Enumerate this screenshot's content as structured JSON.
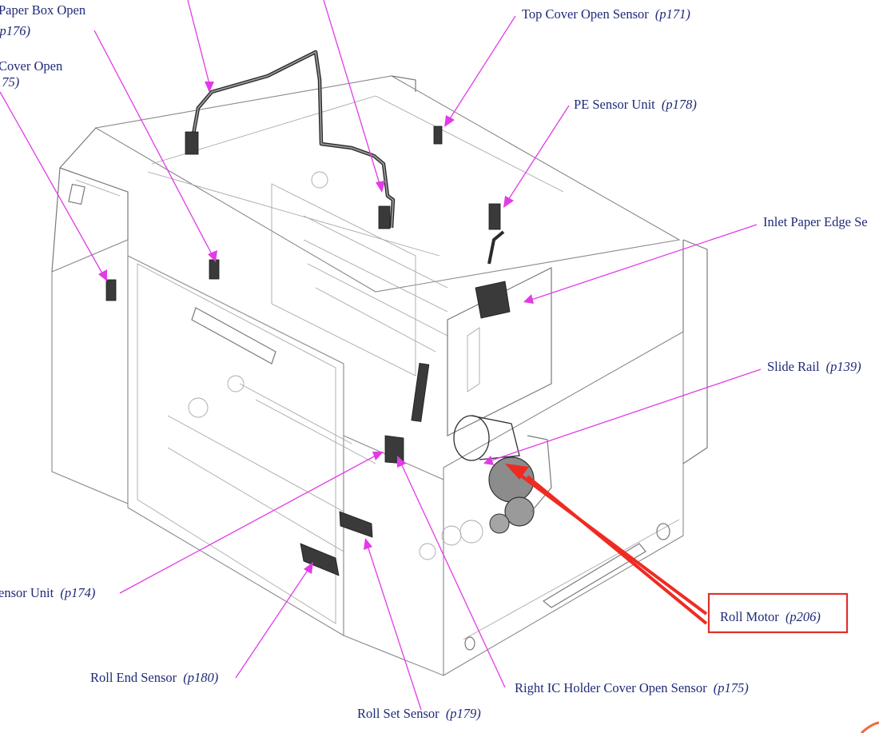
{
  "labels": {
    "paper_box_open": {
      "text": "Paper Box Open",
      "page": "(p176)"
    },
    "cover_open_left": {
      "text": "Cover Open",
      "page": "175)"
    },
    "top_cover_open_sensor": {
      "text": "Top Cover Open Sensor",
      "page": "(p171)"
    },
    "pe_sensor_unit": {
      "text": "PE Sensor Unit",
      "page": "(p178)"
    },
    "inlet_paper_edge": {
      "text": "Inlet Paper Edge Se",
      "page": ""
    },
    "slide_rail": {
      "text": "Slide Rail",
      "page": "(p139)"
    },
    "sensor_unit_left": {
      "text": "ensor Unit",
      "page": "(p174)"
    },
    "roll_end_sensor": {
      "text": "Roll End Sensor",
      "page": "(p180)"
    },
    "roll_set_sensor": {
      "text": "Roll Set Sensor",
      "page": "(p179)"
    },
    "right_ic_holder": {
      "text": "Right IC Holder Cover Open Sensor",
      "page": "(p175)"
    },
    "roll_motor": {
      "text": "Roll Motor",
      "page": "(p206)"
    }
  },
  "colors": {
    "label_text": "#1f2a78",
    "leader_line": "#e23be6",
    "highlight_red": "#ee2b22"
  }
}
